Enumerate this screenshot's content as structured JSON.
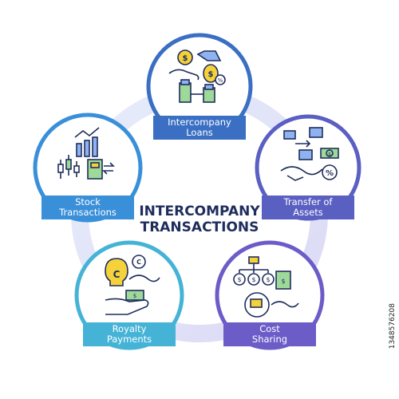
{
  "title": {
    "line1": "INTERCOMPANY",
    "line2": "TRANSACTIONS"
  },
  "nodes": [
    {
      "id": "intercompany-loans",
      "line1": "Intercompany",
      "line2": "Loans"
    },
    {
      "id": "transfer-of-assets",
      "line1": "Transfer of",
      "line2": "Assets"
    },
    {
      "id": "cost-sharing",
      "line1": "Cost",
      "line2": "Sharing"
    },
    {
      "id": "royalty-payments",
      "line1": "Royalty",
      "line2": "Payments"
    },
    {
      "id": "stock-transactions",
      "line1": "Stock",
      "line2": "Transactions"
    }
  ],
  "icon_glyphs": {
    "dollar": "$",
    "percent": "%",
    "copyright": "C"
  },
  "watermark": "1348576208",
  "colors": {
    "title": "#1f2d5c",
    "loans": "#3a6fc4",
    "assets": "#5a5fc2",
    "cost": "#6b5cc8",
    "royalty": "#45b3d6",
    "stock": "#3a8fd9",
    "connector": "#dfe6f8",
    "icon_stroke": "#1f2d5c",
    "icon_yellow": "#f5d23a",
    "icon_blue": "#8fb3f0",
    "icon_green": "#9ed99a"
  }
}
